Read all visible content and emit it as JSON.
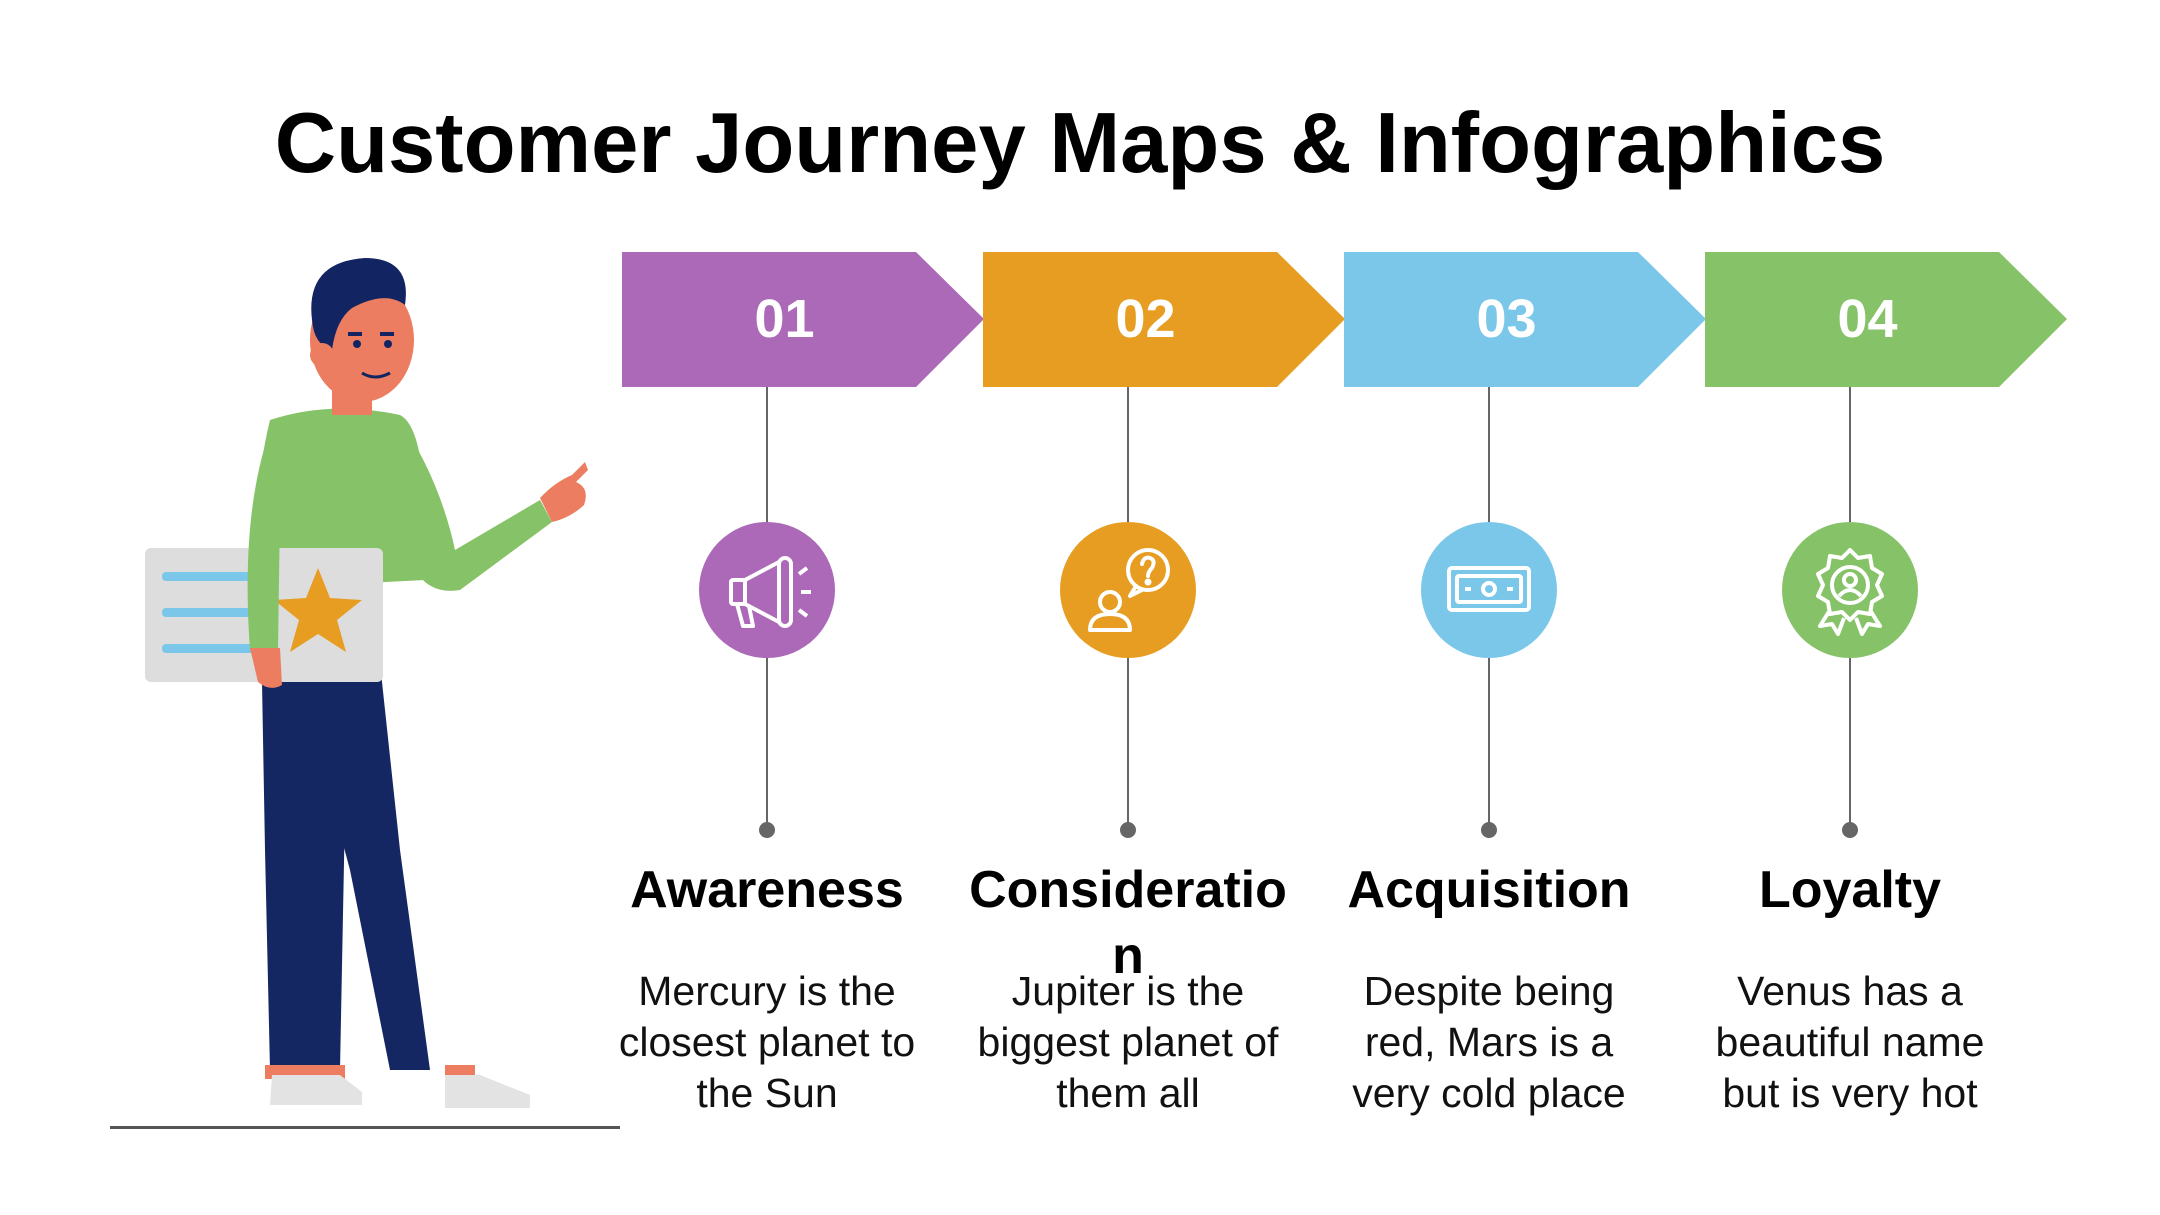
{
  "title": "Customer Journey Maps & Infographics",
  "stages": [
    {
      "number": "01",
      "label": "Awareness",
      "description": "Mercury is the closest planet to the Sun",
      "color": "#AB69B8",
      "icon": "megaphone-icon"
    },
    {
      "number": "02",
      "label": "Consideration",
      "description": "Jupiter is the biggest planet of them all",
      "color": "#E69D22",
      "icon": "user-question-icon"
    },
    {
      "number": "03",
      "label": "Acquisition",
      "description": "Despite being red, Mars is a very cold place",
      "color": "#7AC7EA",
      "icon": "money-bill-icon"
    },
    {
      "number": "04",
      "label": "Loyalty",
      "description": "Venus has a beautiful name but is very hot",
      "color": "#86C267",
      "icon": "award-badge-icon"
    }
  ],
  "colors": {
    "shirt": "#86C267",
    "pants": "#152762",
    "hair": "#132462",
    "skin": "#EC7D60",
    "star": "#E69D22",
    "card": "#DDDDDD",
    "card_lines": "#7AC7EA"
  }
}
